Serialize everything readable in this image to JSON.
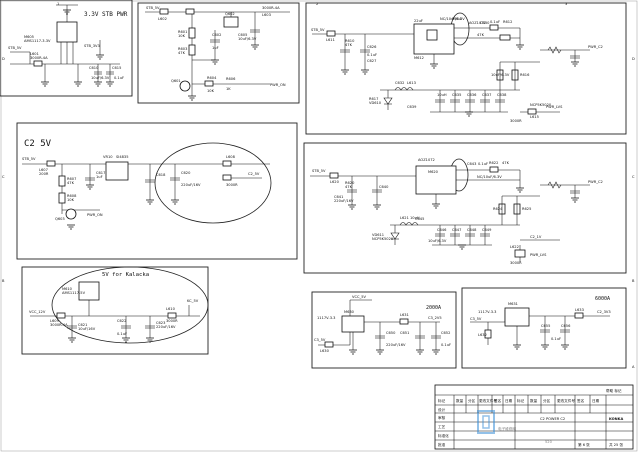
{
  "sheet": {
    "edge_markers": [
      "1",
      "2",
      "3",
      "D",
      "C",
      "B",
      "A"
    ]
  },
  "regions": {
    "stby_3v3": {
      "heading": "3.3V STB PWR",
      "labels": [
        "M605",
        "AMS1117-3.3V",
        "STB_5V",
        "L601",
        "3000R-4A",
        "C610",
        "C615",
        "10uF/6.3V",
        "0.1uF"
      ],
      "net_out": "STB_3V3"
    },
    "stby_switch": {
      "labels": [
        "STB_5V",
        "L602",
        "R601",
        "10K",
        "R603",
        "47K",
        "Q601",
        "C602",
        "1uF",
        "R604",
        "10K",
        "Q602",
        "3000R-4A",
        "L603",
        "C605",
        "10uF/6.3V",
        "R606",
        "1K",
        "PWR_ON"
      ]
    },
    "c2_5v": {
      "heading": "C2 5V",
      "labels": [
        "STB_5V",
        "L607",
        "200R",
        "VR10",
        "SI4835",
        "R607",
        "47K",
        "R608",
        "10K",
        "Q603",
        "PWR_ON",
        "C617",
        "1uF",
        "C618",
        "L608",
        "3000R",
        "C620",
        "220uF/16V",
        "C2_5V"
      ]
    },
    "kalacka_5v": {
      "heading": "5V for Kalacka",
      "labels": [
        "M610",
        "AMS1117-5V",
        "VCC_12V",
        "L609",
        "3000R-4A",
        "C621",
        "10uF/16V",
        "C622",
        "0.1uF",
        "C623",
        "220uF/16V",
        "L610",
        "3000R",
        "KC_5V"
      ]
    },
    "buck_3v3": {
      "labels": [
        "STB_5V",
        "L611",
        "R610",
        "47K",
        "C626",
        "0.1uF",
        "C627",
        "22uF",
        "M612",
        "AOZ1072",
        "C630",
        "0.1uF",
        "R612",
        "47K",
        "NC/10uF/6.3V",
        "R614",
        "C632",
        "L613",
        "10uH",
        "C635",
        "C636",
        "C637",
        "C638",
        "C639",
        "10uF/6.3V",
        "R616",
        "R617",
        "VD610",
        "NCP5K5020",
        "L615",
        "3000R",
        "PWR_LVS",
        "C2_3V3"
      ],
      "net_out": "PWR_C2"
    },
    "buck_1v": {
      "labels": [
        "STB_5V",
        "L620",
        "R620",
        "47K",
        "C640",
        "C641",
        "220uF/16V",
        "AOZ1072",
        "M620",
        "C643",
        "0.1uF",
        "R622",
        "47K",
        "NC/10uF/6.3V",
        "C645",
        "L621",
        "10uH",
        "C646",
        "C647",
        "C648",
        "C649",
        "10uF/6.3V",
        "R624",
        "R625",
        "VD611",
        "NCP5K5020",
        "L622",
        "3000R",
        "PWR_LVS",
        "C2_1V"
      ],
      "net_out": "PWR_C2"
    },
    "ldo_2v5": {
      "heading": "2000A",
      "labels": [
        "1117V-3.3",
        "M630",
        "C3_5V",
        "L630",
        "C650",
        "C651",
        "220uF/16V",
        "C652",
        "0.1uF",
        "L631",
        "C3_2V5",
        "VCC_5V"
      ]
    },
    "ldo_1v2": {
      "heading": "6000A",
      "labels": [
        "1117V-3.3",
        "M631",
        "C3_5V",
        "L632",
        "C655",
        "C656",
        "0.1uF",
        "L633",
        "C2_3V3"
      ]
    }
  },
  "title_block": {
    "top_note": "帮助 标记",
    "header_cells": [
      "标记",
      "数量",
      "分区",
      "更改文件号",
      "签名",
      "日期",
      "标记",
      "数量",
      "分区",
      "更改文件号",
      "签名",
      "日期"
    ],
    "row_labels": [
      "设计",
      "审核",
      "工艺",
      "标准化",
      "批准"
    ],
    "drawing_title": "C2 POWER C2",
    "company": "KONKA",
    "sheet_info": "第 6 张",
    "sheet_total": "共 25 张"
  },
  "watermark": {
    "text": "电子维修网",
    "sub": "520"
  }
}
